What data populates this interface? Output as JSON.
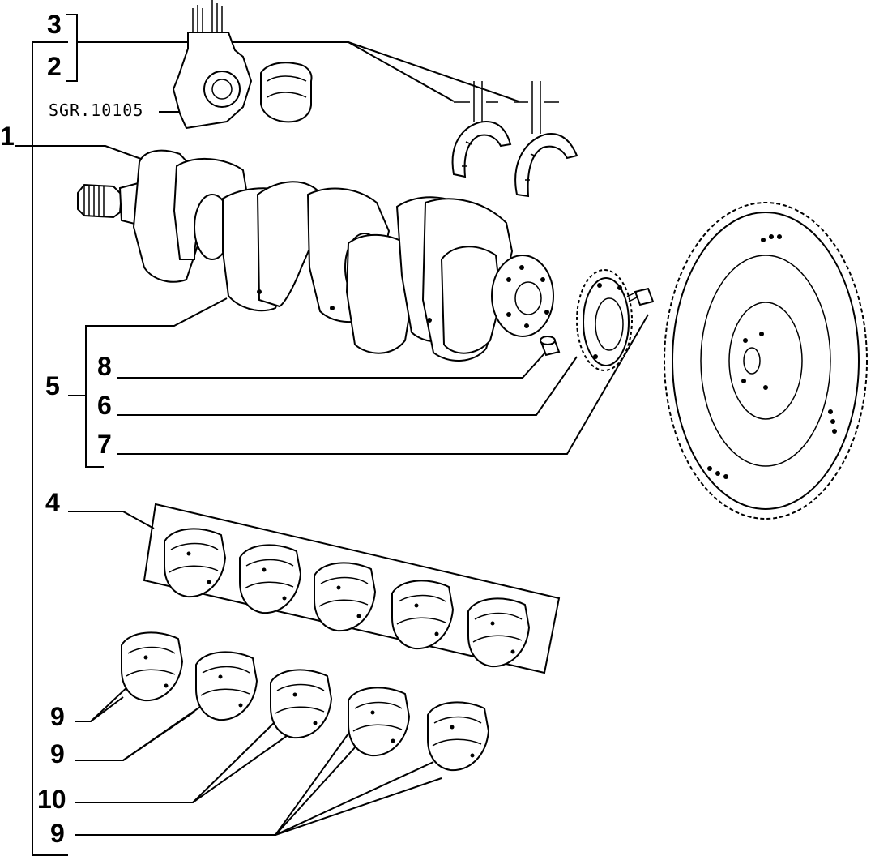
{
  "callouts": {
    "c1": "1",
    "c2": "2",
    "c3": "3",
    "c4": "4",
    "c5": "5",
    "c6": "6",
    "c7": "7",
    "c8": "8",
    "c9a": "9",
    "c9b": "9",
    "c9c": "9",
    "c10": "10"
  },
  "reference_code": "SGR.10105",
  "colors": {
    "ink": "#000000",
    "paper": "#ffffff"
  },
  "icons": {
    "crankshaft": "crankshaft-drawing",
    "flywheel": "flywheel-drawing",
    "timing_ring": "timing-ring-drawing",
    "bearing": "bearing-shell-drawing",
    "thrust_washer": "thrust-washer-drawing",
    "connecting_rod": "connecting-rod-drawing"
  }
}
